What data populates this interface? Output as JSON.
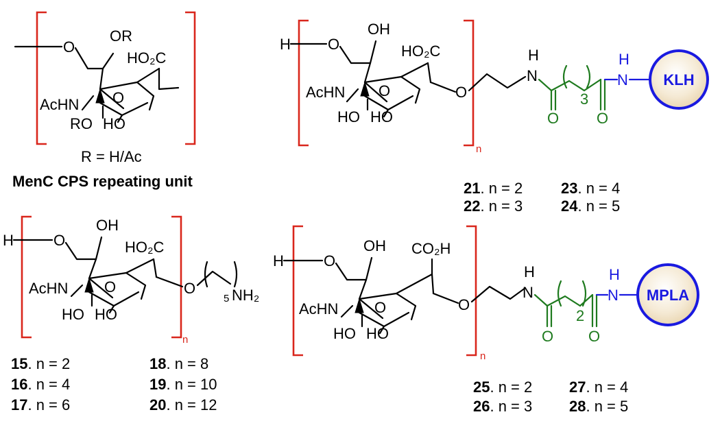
{
  "panel_a": {
    "R_atom_top": "OR",
    "acid": "HO₂C",
    "ring_O": "O",
    "link_O": "O",
    "nhac": "AcHN",
    "ro": "RO",
    "ho": "HO",
    "r_def": "R = H/Ac",
    "caption": "MenC CPS repeating unit"
  },
  "panel_b": {
    "h": "H",
    "o_link": "O",
    "oh_top": "OH",
    "acid": "HO₂C",
    "ring_O": "O",
    "nhac": "AcHN",
    "ho1": "HO",
    "ho2": "HO",
    "n_label": "n",
    "glyco_O": "O",
    "amide_nh": "H",
    "amide_n": "N",
    "carbonyl_O1": "O",
    "carbonyl_O2": "O",
    "subscript": "3",
    "nh2_h": "H",
    "nh2_n": "N",
    "carrier": "KLH",
    "compounds": [
      {
        "num": "21",
        "rest": ". n = 2"
      },
      {
        "num": "23",
        "rest": ". n = 4"
      },
      {
        "num": "22",
        "rest": ". n = 3"
      },
      {
        "num": "24",
        "rest": ". n = 5"
      }
    ]
  },
  "panel_c": {
    "h": "H",
    "o_link": "O",
    "oh_top": "OH",
    "acid": "HO₂C",
    "ring_O": "O",
    "nhac": "AcHN",
    "ho1": "HO",
    "ho2": "HO",
    "n_label": "n",
    "glyco_O": "O",
    "subscript": "5",
    "amine": "NH₂",
    "compounds": [
      {
        "num": "15",
        "rest": ". n = 2"
      },
      {
        "num": "18",
        "rest": ". n = 8"
      },
      {
        "num": "16",
        "rest": ". n = 4"
      },
      {
        "num": "19",
        "rest": ". n = 10"
      },
      {
        "num": "17",
        "rest": ". n = 6"
      },
      {
        "num": "20",
        "rest": ". n = 12"
      }
    ]
  },
  "panel_d": {
    "h": "H",
    "o_link": "O",
    "oh_top": "OH",
    "acid": "CO₂H",
    "ring_O": "O",
    "nhac": "AcHN",
    "ho1": "HO",
    "ho2": "HO",
    "n_label": "n",
    "glyco_O": "O",
    "amide_nh": "H",
    "amide_n": "N",
    "carbonyl_O1": "O",
    "carbonyl_O2": "O",
    "subscript": "2",
    "nh2_h": "H",
    "nh2_n": "N",
    "carrier": "MPLA",
    "compounds": [
      {
        "num": "25",
        "rest": ". n = 2"
      },
      {
        "num": "27",
        "rest": ". n = 4"
      },
      {
        "num": "26",
        "rest": ". n = 3"
      },
      {
        "num": "28",
        "rest": ". n = 5"
      }
    ]
  },
  "colors": {
    "bracket": "#d9261c",
    "linker": "#1e7a1e",
    "carrier": "#1a1ae0",
    "carrier_fill": "#f3e6cf"
  }
}
